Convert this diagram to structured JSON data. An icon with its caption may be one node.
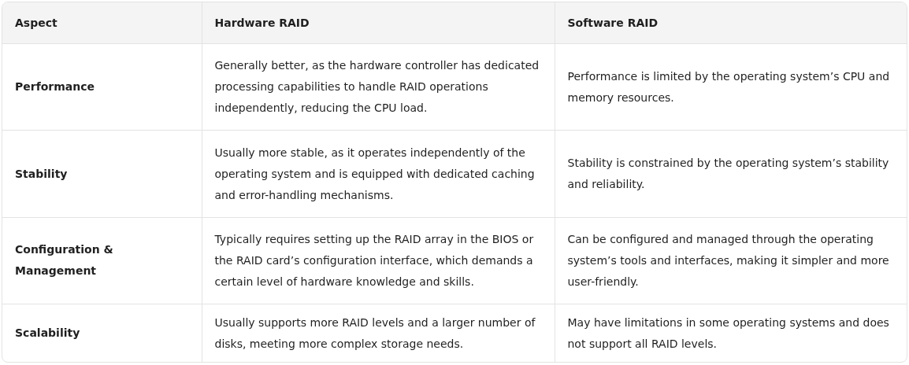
{
  "diagram": {
    "labels": [
      "Aspect",
      "Hardware RAID",
      "Software RAID",
      "Performance",
      "Generally better, as the hardware controller has dedicated processing capabilities to handle RAID operations independently, reducing the CPU load.",
      "Performance is limited by the operating system’s CPU and memory resources.",
      "Stability",
      "Usually more stable, as it operates independently of the operating system and is equipped with dedicated caching and error-handling mechanisms.",
      "Stability is constrained by the operating system’s stability and reliability.",
      "Configuration & Management",
      "Typically requires setting up the RAID array in the BIOS or the RAID card’s configuration interface, which demands a certain level of hardware knowledge and skills.",
      "Can be configured and managed through the operating system’s tools and interfaces, making it simpler and more user-friendly.",
      "Scalability",
      "Usually supports more RAID levels and a larger number of disks, meeting more complex storage needs.",
      "May have limitations in some operating systems and does not support all RAID levels."
    ]
  }
}
